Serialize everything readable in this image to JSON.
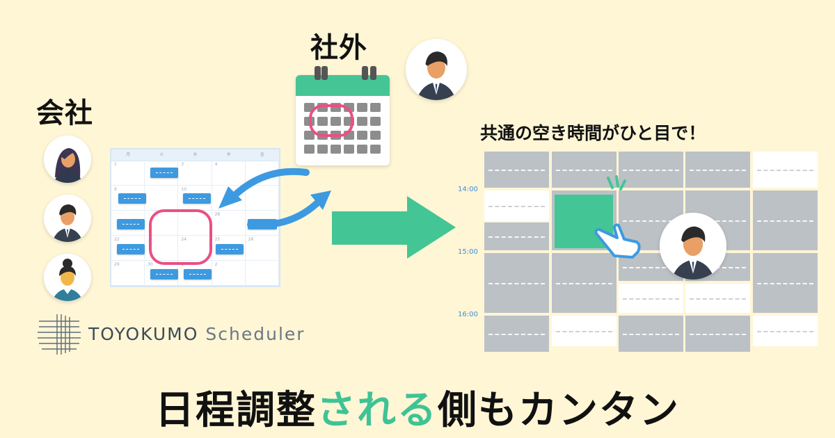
{
  "labels": {
    "company": "会社",
    "external": "社外",
    "caption": "共通の空き時間がひと目で！"
  },
  "brand": {
    "name": "TOYOKUMO",
    "product": "Scheduler"
  },
  "headline": {
    "part1": "日程調整",
    "accent": "される",
    "part2": "側もカンタン"
  },
  "times": [
    "14:00",
    "15:00",
    "16:00"
  ],
  "calendar": {
    "weekdays": [
      "月",
      "火",
      "水",
      "木",
      "金"
    ],
    "dates": [
      "1",
      "",
      "3",
      "4",
      "",
      "9",
      "",
      "10",
      "",
      "",
      "",
      "",
      "",
      "28",
      "",
      "22",
      "",
      "24",
      "25",
      "26",
      "29",
      "30",
      "1",
      "2",
      ""
    ]
  },
  "colors": {
    "background": "#fff6d6",
    "accent_green": "#44c595",
    "event_blue": "#3d9ae0",
    "highlight_pink": "#ea4f86",
    "busy_gray": "#bcc1c6"
  }
}
